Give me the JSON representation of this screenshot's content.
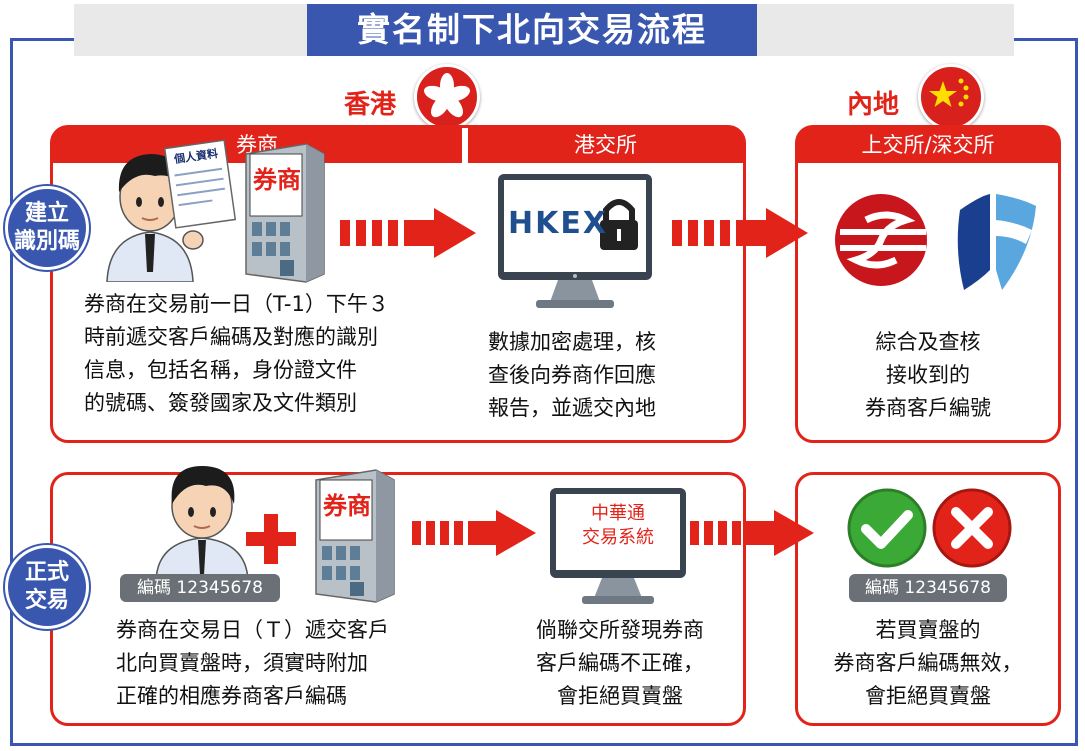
{
  "title": "實名制下北向交易流程",
  "regions": {
    "hk": "香港",
    "cn": "內地"
  },
  "headers": {
    "broker": "券商",
    "hkex": "港交所",
    "mainland_exchanges": "上交所/深交所"
  },
  "stages": {
    "setup": {
      "line1": "建立",
      "line2": "識別碼"
    },
    "trading": {
      "line1": "正式",
      "line2": "交易"
    }
  },
  "icons": {
    "building_sign": "券商",
    "document_title": "個人資料",
    "hkex_logo": "HKEX",
    "system_line1": "中華通",
    "system_line2": "交易系統"
  },
  "setup_row": {
    "broker_text": [
      "券商在交易前一日（T-1）下午３",
      "時前遞交客戶編碼及對應的識別",
      "信息，包括名稱，身份證文件",
      "的號碼、簽發國家及文件類別"
    ],
    "hkex_text": [
      "數據加密處理，核",
      "查後向券商作回應",
      "報告，並遞交內地"
    ],
    "mainland_text": [
      "綜合及查核",
      "接收到的",
      "券商客戶編號"
    ]
  },
  "trading_row": {
    "code_badge": "編碼 12345678",
    "broker_text": [
      "券商在交易日（Ｔ）遞交客戶",
      "北向買賣盤時，須實時附加",
      "正確的相應券商客戶編碼"
    ],
    "hkex_text": [
      "倘聯交所發現券商",
      "客戶編碼不正確，",
      "會拒絕買賣盤"
    ],
    "result_badge": "編碼 12345678",
    "result_text": [
      "若買賣盤的",
      "券商客戶編碼無效，",
      "會拒絕買賣盤"
    ]
  },
  "colors": {
    "accent_red": "#e2231a",
    "brand_blue": "#3a57b0",
    "check_green": "#3aa935",
    "badge_gray": "#6b7077"
  }
}
